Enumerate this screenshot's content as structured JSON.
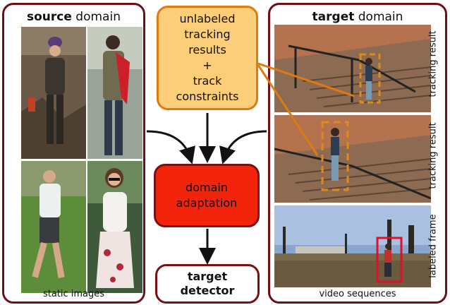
{
  "source": {
    "title_bold": "source",
    "title_rest": " domain",
    "caption": "static images"
  },
  "target": {
    "title_bold": "target",
    "title_rest": " domain",
    "caption": "video sequences",
    "frame_labels": [
      "tracking result",
      "tracking result",
      "labeled frame"
    ]
  },
  "center": {
    "unlabeled_lines": [
      "unlabeled",
      "tracking",
      "results",
      "+",
      "track",
      "constraints"
    ],
    "adaptation_lines": [
      "domain",
      "adaptation"
    ],
    "detector_lines": [
      "target",
      "detector"
    ]
  },
  "colors": {
    "panel_border": "#6e0f17",
    "unlabeled_fill": "#fdce7a",
    "unlabeled_border": "#de7a10",
    "adaptation_fill": "#f2250c",
    "tracking_box": "#e08a17",
    "labeled_box": "#e0102a"
  }
}
